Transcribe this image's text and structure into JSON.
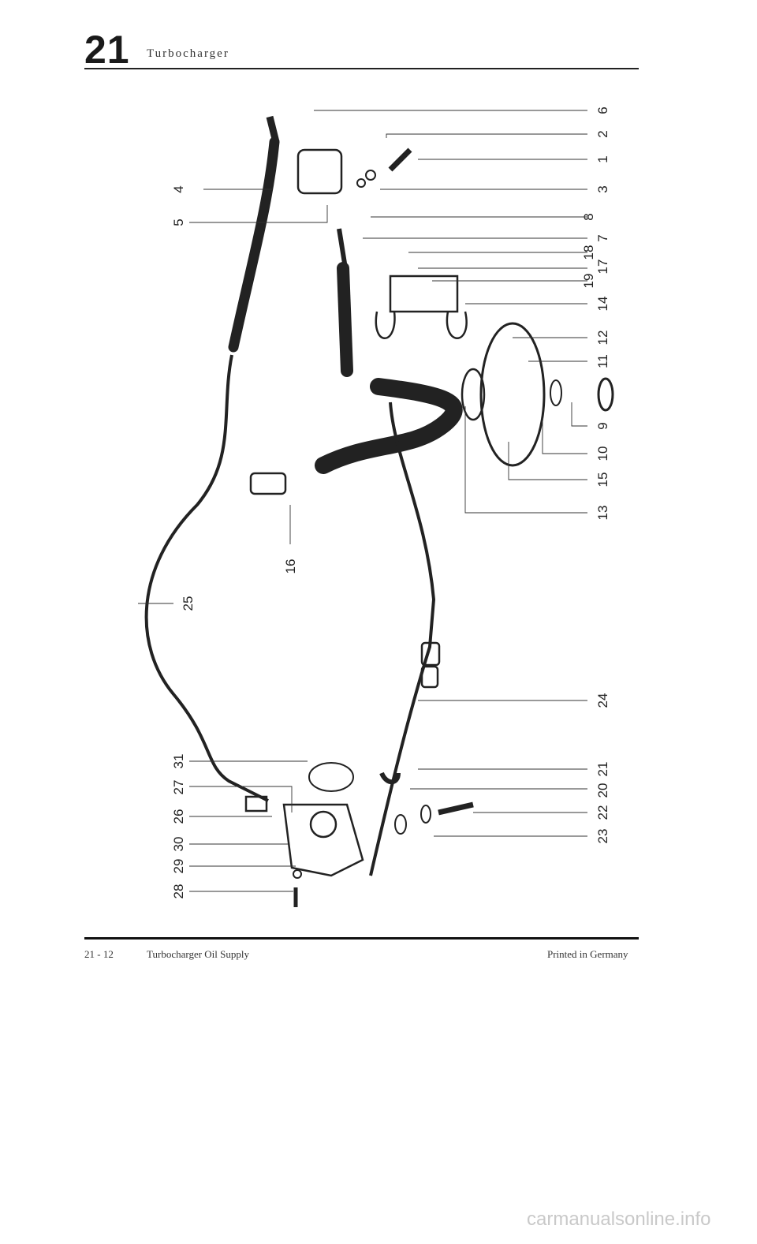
{
  "header": {
    "section_number": "21",
    "title": "Turbocharger"
  },
  "footer": {
    "page_ref": "21 - 12",
    "title": "Turbocharger Oil Supply",
    "print_note": "Printed in Germany"
  },
  "callouts": {
    "c1": "1",
    "c2": "2",
    "c3": "3",
    "c4": "4",
    "c5": "5",
    "c6": "6",
    "c7": "7",
    "c8": "8",
    "c9": "9",
    "c10": "10",
    "c11": "11",
    "c12": "12",
    "c13": "13",
    "c14": "14",
    "c15": "15",
    "c16": "16",
    "c17": "17",
    "c18": "18",
    "c19": "19",
    "c20": "20",
    "c21": "21",
    "c22": "22",
    "c23": "23",
    "c24": "24",
    "c25": "25",
    "c26": "26",
    "c27": "27",
    "c28": "28",
    "c29": "29",
    "c30": "30",
    "c31": "31"
  },
  "watermark": "carmanualsonline.info"
}
